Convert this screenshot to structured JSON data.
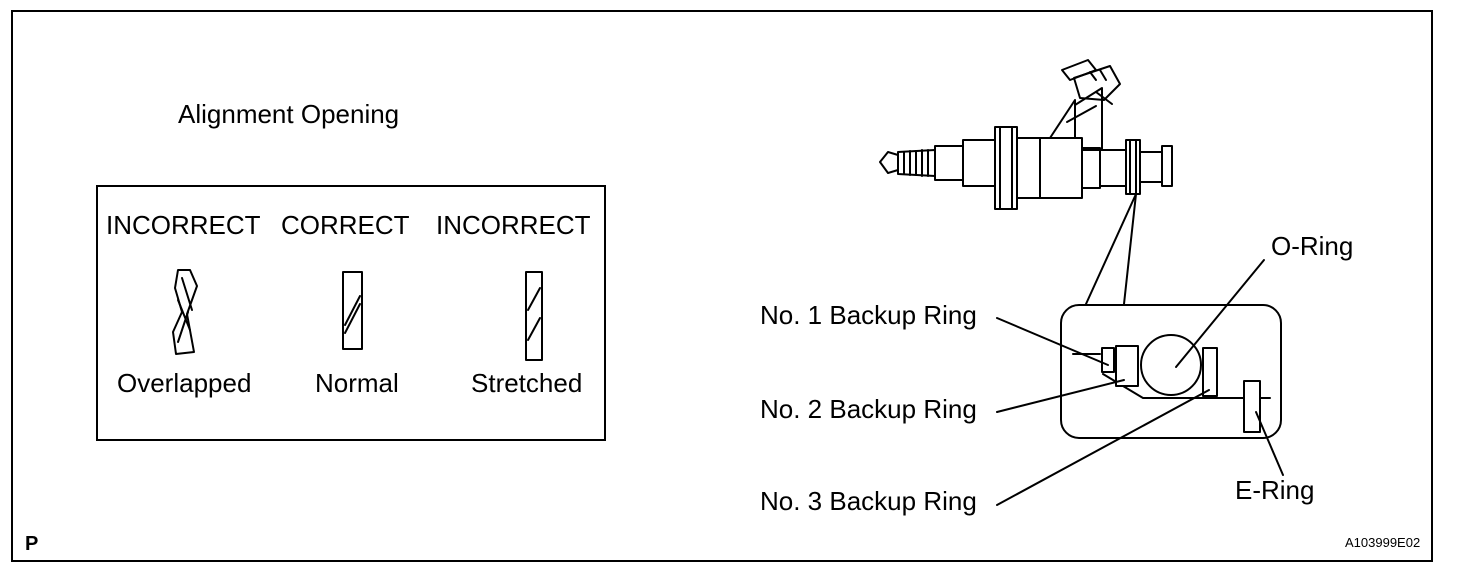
{
  "alignment": {
    "title": "Alignment Opening",
    "states": [
      {
        "status": "INCORRECT",
        "name": "Overlapped"
      },
      {
        "status": "CORRECT",
        "name": "Normal"
      },
      {
        "status": "INCORRECT",
        "name": "Stretched"
      }
    ]
  },
  "injector": {
    "labels": {
      "o_ring": "O-Ring",
      "backup_1": "No. 1 Backup Ring",
      "backup_2": "No. 2 Backup Ring",
      "backup_3": "No. 3 Backup Ring",
      "e_ring": "E-Ring"
    }
  },
  "footer": {
    "figure_code": "A103999E02",
    "corner_mark": "P"
  }
}
